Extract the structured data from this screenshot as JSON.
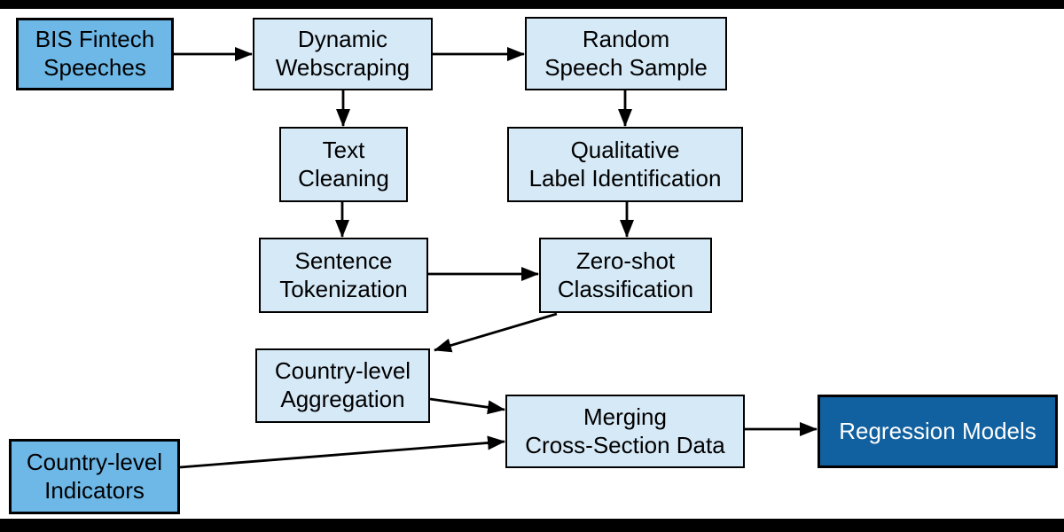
{
  "diagram": {
    "colors": {
      "background": "#ffffff",
      "letterbox": "#000000",
      "border": "#000000",
      "arrow": "#000000",
      "node_text": "#000000",
      "source_fill": "#6eb8e8",
      "process_fill": "#d6e9f7",
      "output_fill": "#11609f",
      "output_text": "#ffffff"
    },
    "nodes": {
      "bis_fintech_speeches": {
        "label": "BIS Fintech\nSpeeches",
        "type": "source"
      },
      "dynamic_webscraping": {
        "label": "Dynamic\nWebscraping",
        "type": "process"
      },
      "random_speech_sample": {
        "label": "Random\nSpeech Sample",
        "type": "process"
      },
      "text_cleaning": {
        "label": "Text\nCleaning",
        "type": "process"
      },
      "qualitative_label_identification": {
        "label": "Qualitative\nLabel Identification",
        "type": "process"
      },
      "sentence_tokenization": {
        "label": "Sentence\nTokenization",
        "type": "process"
      },
      "zero_shot_classification": {
        "label": "Zero-shot\nClassification",
        "type": "process"
      },
      "country_level_aggregation": {
        "label": "Country-level\nAggregation",
        "type": "process"
      },
      "merging_cross_section_data": {
        "label": "Merging\nCross-Section Data",
        "type": "process"
      },
      "country_level_indicators": {
        "label": "Country-level\nIndicators",
        "type": "source"
      },
      "regression_models": {
        "label": "Regression Models",
        "type": "output"
      }
    },
    "edges": [
      {
        "from": "bis_fintech_speeches",
        "to": "dynamic_webscraping"
      },
      {
        "from": "dynamic_webscraping",
        "to": "random_speech_sample"
      },
      {
        "from": "dynamic_webscraping",
        "to": "text_cleaning"
      },
      {
        "from": "random_speech_sample",
        "to": "qualitative_label_identification"
      },
      {
        "from": "text_cleaning",
        "to": "sentence_tokenization"
      },
      {
        "from": "qualitative_label_identification",
        "to": "zero_shot_classification"
      },
      {
        "from": "sentence_tokenization",
        "to": "zero_shot_classification"
      },
      {
        "from": "zero_shot_classification",
        "to": "country_level_aggregation"
      },
      {
        "from": "country_level_aggregation",
        "to": "merging_cross_section_data"
      },
      {
        "from": "country_level_indicators",
        "to": "merging_cross_section_data"
      },
      {
        "from": "merging_cross_section_data",
        "to": "regression_models"
      }
    ]
  }
}
